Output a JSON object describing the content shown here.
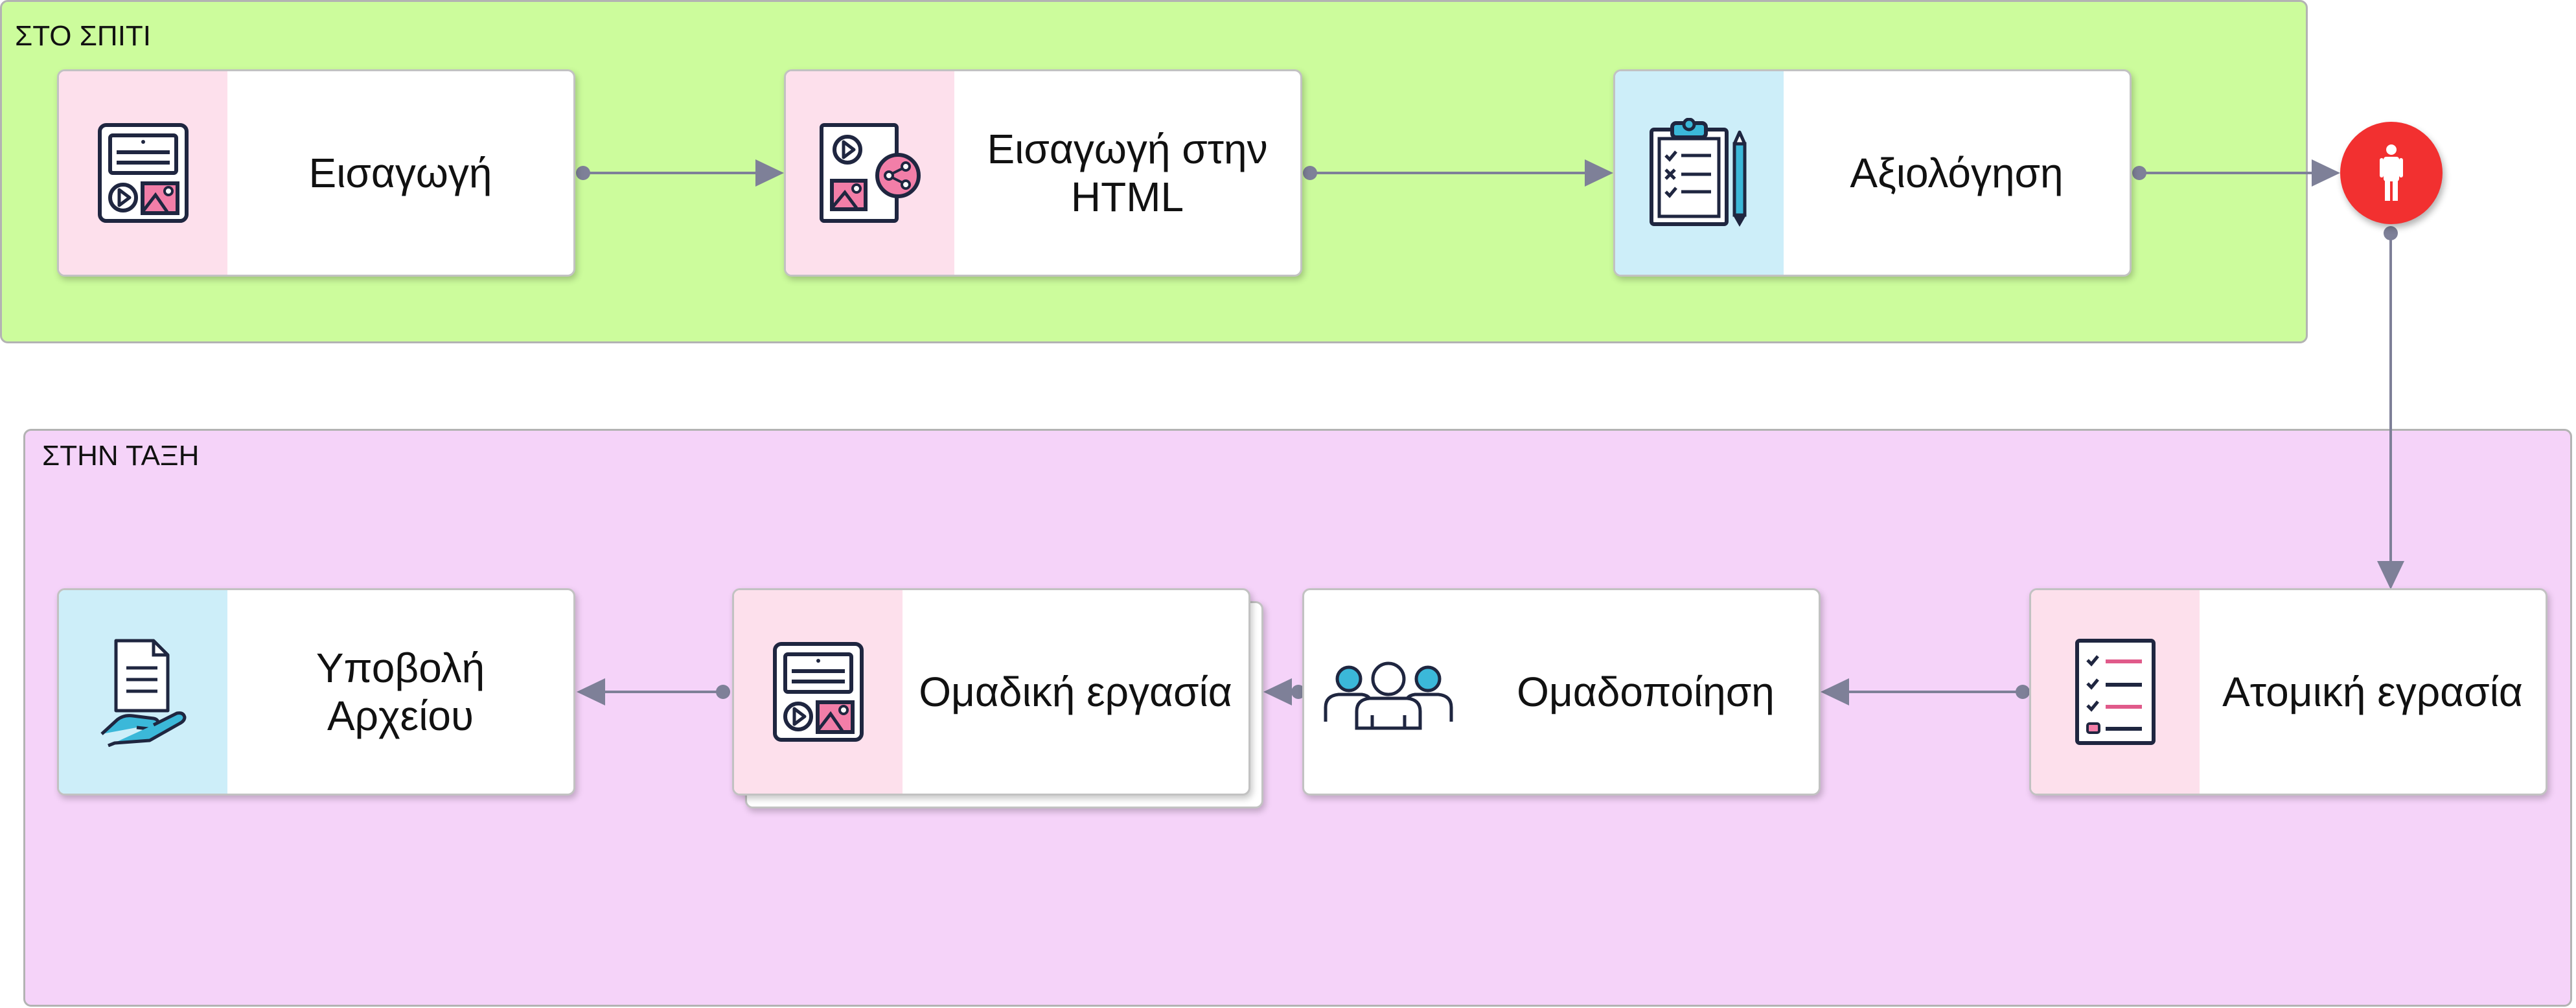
{
  "lanes": {
    "home": {
      "label": "ΣΤΟ ΣΠΙΤΙ",
      "color": "#ccfc9c"
    },
    "class": {
      "label": "ΣΤΗΝ ΤΑΞΗ",
      "color": "#f5d3f9"
    }
  },
  "colors": {
    "pink": "#fde0ec",
    "blue": "#cdeef9",
    "edge": "#7e8098",
    "actor": "#f23030"
  },
  "nodes": {
    "intro": {
      "label": "Εισαγωγή",
      "icon": "video-image-document-icon"
    },
    "html_intro": {
      "label": "Εισαγωγή στην HTML",
      "icon": "share-media-document-icon"
    },
    "assessment": {
      "label": "Αξιολόγηση",
      "icon": "clipboard-checklist-icon"
    },
    "individual": {
      "label": "Ατομική εγρασία",
      "icon": "checklist-icon"
    },
    "grouping": {
      "label": "Ομαδοποίηση",
      "icon": "people-group-icon"
    },
    "group_work": {
      "label": "Ομαδική εργασία",
      "icon": "video-image-document-icon"
    },
    "submit": {
      "label": "Υποβολή Αρχείου",
      "icon": "hand-document-icon"
    }
  },
  "actor": {
    "icon": "person-icon"
  },
  "edges": [
    {
      "from": "intro",
      "to": "html_intro"
    },
    {
      "from": "html_intro",
      "to": "assessment"
    },
    {
      "from": "assessment",
      "to": "actor"
    },
    {
      "from": "actor",
      "to": "individual"
    },
    {
      "from": "individual",
      "to": "grouping"
    },
    {
      "from": "grouping",
      "to": "group_work"
    },
    {
      "from": "group_work",
      "to": "submit"
    }
  ]
}
